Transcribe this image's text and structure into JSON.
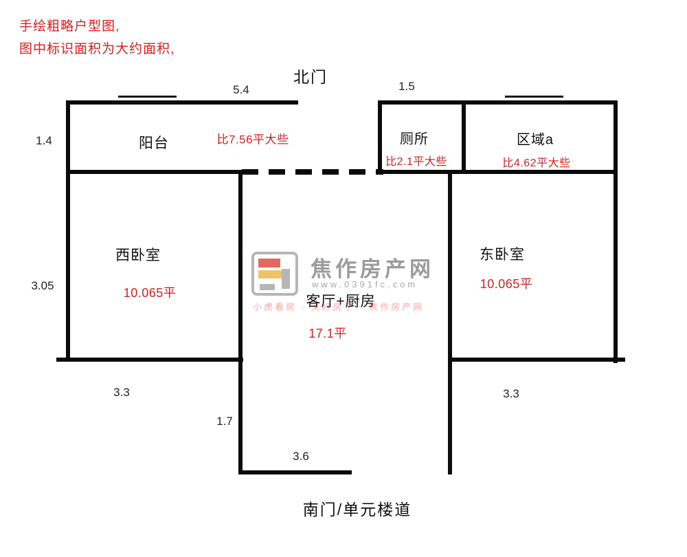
{
  "notes": {
    "line1": "手绘粗略户型图,",
    "line2": "图中标识面积为大约面积,"
  },
  "doors": {
    "north": "北门",
    "south": "南门/单元楼道"
  },
  "rooms": {
    "balcony": {
      "name": "阳台",
      "area": "比7.56平大些"
    },
    "toilet": {
      "name": "厕所",
      "area": "比2.1平大些"
    },
    "area_a": {
      "name": "区域a",
      "area": "比4.62平大些"
    },
    "west_bedroom": {
      "name": "西卧室",
      "area": "10.065平"
    },
    "living_kitchen": {
      "name": "客厅+厨房",
      "area": "17.1平"
    },
    "east_bedroom": {
      "name": "东卧室",
      "area": "10.065平"
    }
  },
  "dimensions": {
    "top_left": "5.4",
    "top_right": "1.5",
    "left_upper": "1.4",
    "left_lower": "3.05",
    "bottom_west": "3.3",
    "bottom_step": "1.7",
    "bottom_center": "3.6",
    "bottom_east": "3.3"
  },
  "watermark": {
    "site_name": "焦作房产网",
    "site_url": "www.0391fc.com",
    "tagline": "小虎看房 · 买好房子 · 焦作房产网",
    "logo": "house-logo"
  },
  "colors": {
    "wall": "#0b0b0b",
    "accent_red": "#e01f1f",
    "watermark_gray": "#9b9b9b",
    "logo_red": "#dd4f44",
    "logo_yellow": "#e9ba4d"
  }
}
